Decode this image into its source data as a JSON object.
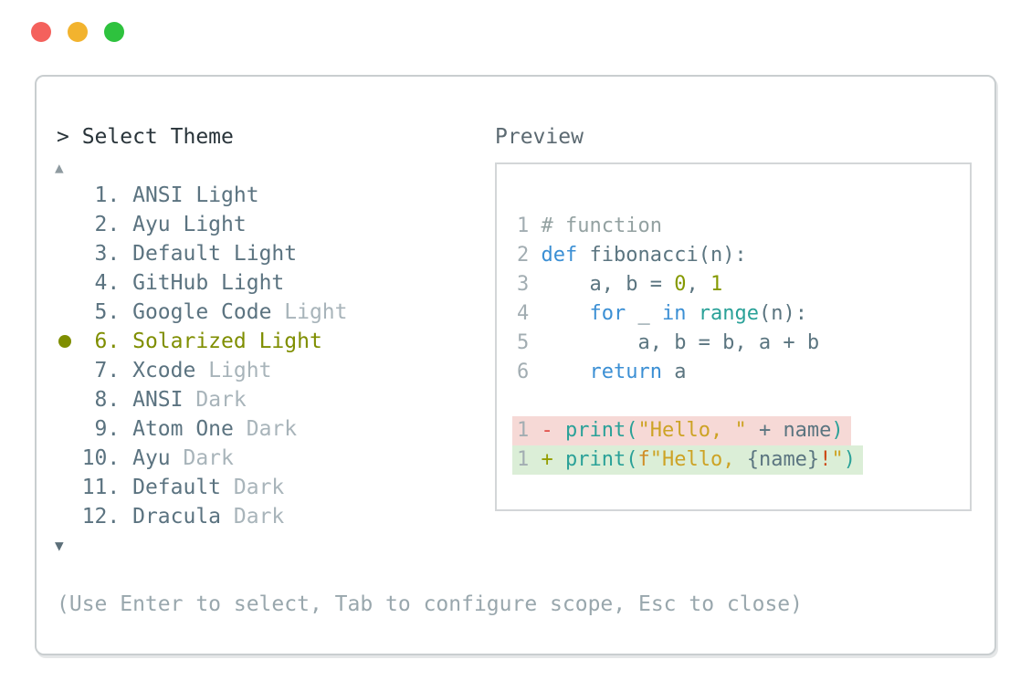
{
  "window": {
    "controls": [
      {
        "name": "close",
        "color_key": "traffic_red"
      },
      {
        "name": "minimize",
        "color_key": "traffic_yellow"
      },
      {
        "name": "zoom",
        "color_key": "traffic_green"
      }
    ]
  },
  "picker": {
    "title": "> Select Theme",
    "scroll_up_indicator": "▲",
    "scroll_down_indicator": "▼",
    "selected_bullet": "●",
    "items": [
      {
        "number": "1.",
        "name": "ANSI",
        "variant": "Light",
        "selected": false,
        "name_color": "primary",
        "variant_color": "primary"
      },
      {
        "number": "2.",
        "name": "Ayu",
        "variant": "Light",
        "selected": false,
        "name_color": "primary",
        "variant_color": "primary"
      },
      {
        "number": "3.",
        "name": "Default",
        "variant": "Light",
        "selected": false,
        "name_color": "primary",
        "variant_color": "primary"
      },
      {
        "number": "4.",
        "name": "GitHub",
        "variant": "Light",
        "selected": false,
        "name_color": "primary",
        "variant_color": "primary"
      },
      {
        "number": "5.",
        "name": "Google Code",
        "variant": "Light",
        "selected": false,
        "name_color": "primary",
        "variant_color": "muted"
      },
      {
        "number": "6.",
        "name": "Solarized",
        "variant": "Light",
        "selected": true,
        "name_color": "accent",
        "variant_color": "accent"
      },
      {
        "number": "7.",
        "name": "Xcode",
        "variant": "Light",
        "selected": false,
        "name_color": "primary",
        "variant_color": "muted"
      },
      {
        "number": "8.",
        "name": "ANSI",
        "variant": "Dark",
        "selected": false,
        "name_color": "primary",
        "variant_color": "muted"
      },
      {
        "number": "9.",
        "name": "Atom One",
        "variant": "Dark",
        "selected": false,
        "name_color": "primary",
        "variant_color": "muted"
      },
      {
        "number": "10.",
        "name": "Ayu",
        "variant": "Dark",
        "selected": false,
        "name_color": "primary",
        "variant_color": "muted"
      },
      {
        "number": "11.",
        "name": "Default",
        "variant": "Dark",
        "selected": false,
        "name_color": "primary",
        "variant_color": "muted"
      },
      {
        "number": "12.",
        "name": "Dracula",
        "variant": "Dark",
        "selected": false,
        "name_color": "primary",
        "variant_color": "muted"
      }
    ],
    "hint": "(Use Enter to select, Tab to configure scope, Esc to close)"
  },
  "preview": {
    "label": "Preview",
    "code_lines": [
      {
        "bg": null,
        "tokens": [
          {
            "t": "1 ",
            "c": "lineno"
          },
          {
            "t": "# function",
            "c": "comment"
          }
        ]
      },
      {
        "bg": null,
        "tokens": [
          {
            "t": "2 ",
            "c": "lineno"
          },
          {
            "t": "def",
            "c": "keyword"
          },
          {
            "t": " fibonacci(n):",
            "c": "plain"
          }
        ]
      },
      {
        "bg": null,
        "tokens": [
          {
            "t": "3 ",
            "c": "lineno"
          },
          {
            "t": "    a, b = ",
            "c": "plain"
          },
          {
            "t": "0",
            "c": "number"
          },
          {
            "t": ", ",
            "c": "plain"
          },
          {
            "t": "1",
            "c": "number"
          }
        ]
      },
      {
        "bg": null,
        "tokens": [
          {
            "t": "4 ",
            "c": "lineno"
          },
          {
            "t": "    ",
            "c": "plain"
          },
          {
            "t": "for",
            "c": "keyword"
          },
          {
            "t": " _ ",
            "c": "plain"
          },
          {
            "t": "in",
            "c": "keyword"
          },
          {
            "t": " ",
            "c": "plain"
          },
          {
            "t": "range",
            "c": "func"
          },
          {
            "t": "(n):",
            "c": "plain"
          }
        ]
      },
      {
        "bg": null,
        "tokens": [
          {
            "t": "5 ",
            "c": "lineno"
          },
          {
            "t": "        a, b = b, a + b",
            "c": "plain"
          }
        ]
      },
      {
        "bg": null,
        "tokens": [
          {
            "t": "6 ",
            "c": "lineno"
          },
          {
            "t": "    ",
            "c": "plain"
          },
          {
            "t": "return",
            "c": "keyword"
          },
          {
            "t": " a",
            "c": "plain"
          }
        ]
      },
      {
        "bg": null,
        "tokens": []
      },
      {
        "bg": "diff_removed_bg",
        "tokens": [
          {
            "t": "1 ",
            "c": "lineno"
          },
          {
            "t": "- ",
            "c": "removed"
          },
          {
            "t": "print",
            "c": "func"
          },
          {
            "t": "(",
            "c": "func"
          },
          {
            "t": "\"Hello, \"",
            "c": "string"
          },
          {
            "t": " + name",
            "c": "plain"
          },
          {
            "t": ")",
            "c": "func"
          }
        ]
      },
      {
        "bg": "diff_added_bg",
        "tokens": [
          {
            "t": "1 ",
            "c": "lineno"
          },
          {
            "t": "+ ",
            "c": "added"
          },
          {
            "t": "print",
            "c": "func"
          },
          {
            "t": "(",
            "c": "func"
          },
          {
            "t": "f",
            "c": "fprefix"
          },
          {
            "t": "\"Hello, ",
            "c": "string"
          },
          {
            "t": "{name}",
            "c": "plain"
          },
          {
            "t": "!",
            "c": "bang"
          },
          {
            "t": "\"",
            "c": "string"
          },
          {
            "t": ")",
            "c": "func"
          }
        ]
      }
    ]
  },
  "colors": {
    "primary": "#5b7380",
    "muted": "#a8b4ba",
    "accent": "#7f8e00",
    "title": "#29343a",
    "hint": "#99a7ad",
    "scroll_up": "#8e9aa0",
    "scroll_down": "#5c6f79",
    "preview_label": "#5c6a72",
    "lineno": "#a2adb2",
    "comment": "#93a1a1",
    "plain": "#5b7580",
    "keyword": "#3b8fd4",
    "func": "#2aa198",
    "number": "#859900",
    "string": "#cda325",
    "removed": "#e14f48",
    "added": "#949d00",
    "fprefix": "#d08d26",
    "bang": "#cb4b16",
    "diff_removed_bg": "#f6d9d6",
    "diff_added_bg": "#dbeed7",
    "traffic_red": "#f4615c",
    "traffic_yellow": "#f2b32e",
    "traffic_green": "#2ec23e"
  }
}
